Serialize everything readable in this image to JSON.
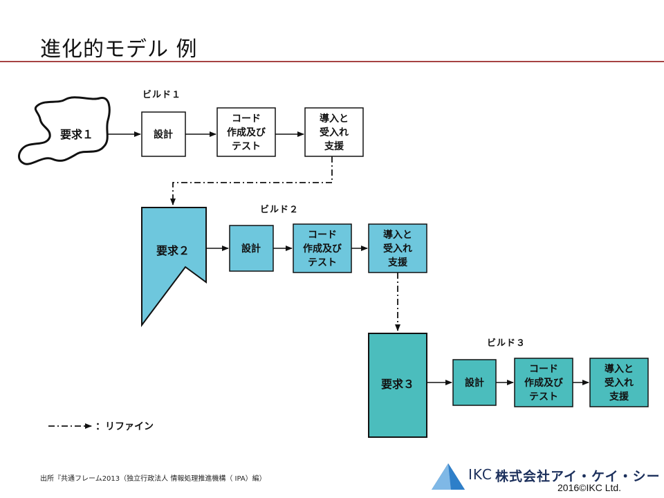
{
  "header": {
    "title": "進化的モデル 例"
  },
  "builds": [
    {
      "requirement": "要求１",
      "label": "ビルド１",
      "steps": [
        "設計",
        "コード\n作成及び\nテスト",
        "導入と\n受入れ\n支援"
      ]
    },
    {
      "requirement": "要求２",
      "label": "ビルド２",
      "steps": [
        "設計",
        "コード\n作成及び\nテスト",
        "導入と\n受入れ\n支援"
      ]
    },
    {
      "requirement": "要求３",
      "label": "ビルド３",
      "steps": [
        "設計",
        "コード\n作成及び\nテスト",
        "導入と\n受入れ\n支援"
      ]
    }
  ],
  "legend": {
    "label": "：リファイン"
  },
  "colors": {
    "teal_light": "#6ec7dd",
    "teal_dark": "#4bbdbd",
    "rule": "#a64242",
    "brand": "#1b2f5b"
  },
  "footer": {
    "source": "出所『共通フレーム2013（独立行政法人 情報処理推進機構（ IPA）編）",
    "brand_en": "IKC",
    "brand_jp": "株式会社アイ・ケイ・シー",
    "copyright": "2016©IKC Ltd."
  }
}
